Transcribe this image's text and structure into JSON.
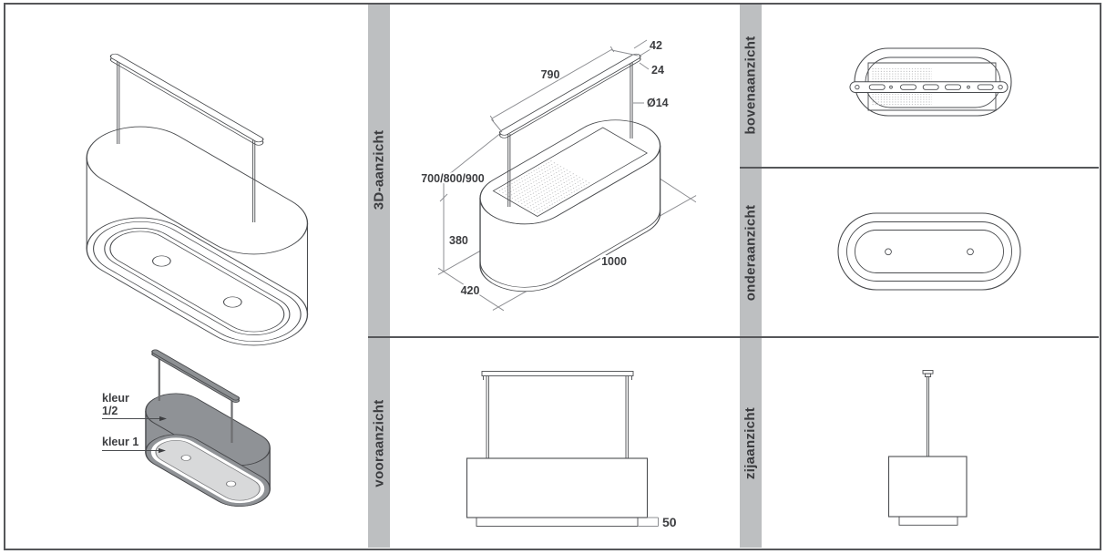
{
  "drawing": {
    "view_labels": {
      "view_3d": "3D-aanzicht",
      "front": "vooraanzicht",
      "top": "bovenaanzicht",
      "bottom": "onderaanzicht",
      "side": "zijaanzicht"
    },
    "color_annotations": {
      "body_label_line1": "kleur",
      "body_label_line2": "1/2",
      "bottom_label": "kleur 1"
    },
    "dimensions": {
      "rail_length": "790",
      "rail_width": "42",
      "rail_thickness": "24",
      "pole_diameter": "Ø14",
      "mounting_heights": "700/800/900",
      "body_height": "380",
      "body_length": "1000",
      "body_depth": "420",
      "plinth_height": "50"
    },
    "colors": {
      "label_bar": "#bdbfc1",
      "border": "#56575a",
      "drawing_line": "#4b4d50",
      "dimension_line": "#8e8f93",
      "body_fill": "#8f9296",
      "bottom_panel_fill": "#d8d9da"
    }
  }
}
